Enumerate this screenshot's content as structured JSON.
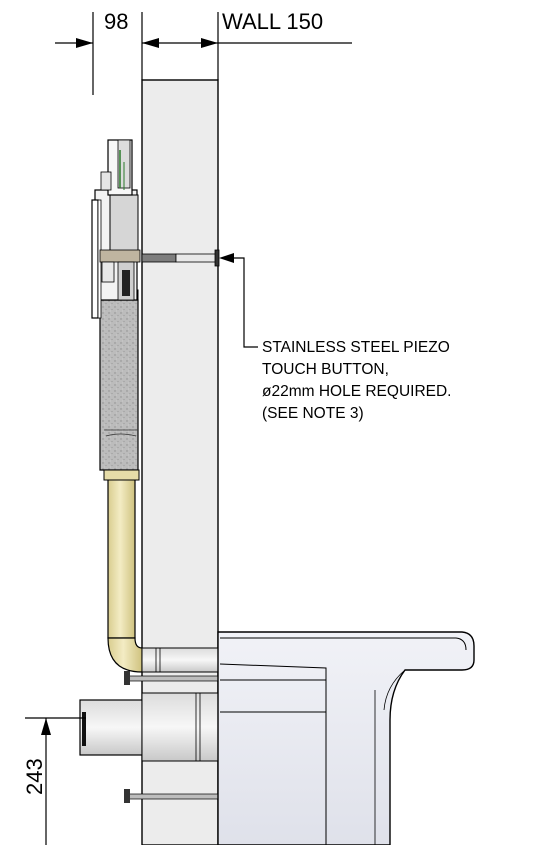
{
  "dimensions": {
    "depth_value": "98",
    "wall_label": "WALL 150",
    "height_value": "243"
  },
  "callout": {
    "line1": "STAINLESS STEEL PIEZO",
    "line2": "TOUCH BUTTON,",
    "line3": "ø22mm HOLE REQUIRED.",
    "line4": "(SEE NOTE 3)"
  },
  "colors": {
    "wall_fill": "#ececec",
    "insulation_fill": "#bdbdbd",
    "pipe_fill": "#efe4b0",
    "pan_fill": "#e8eaf2",
    "line": "#000000"
  }
}
